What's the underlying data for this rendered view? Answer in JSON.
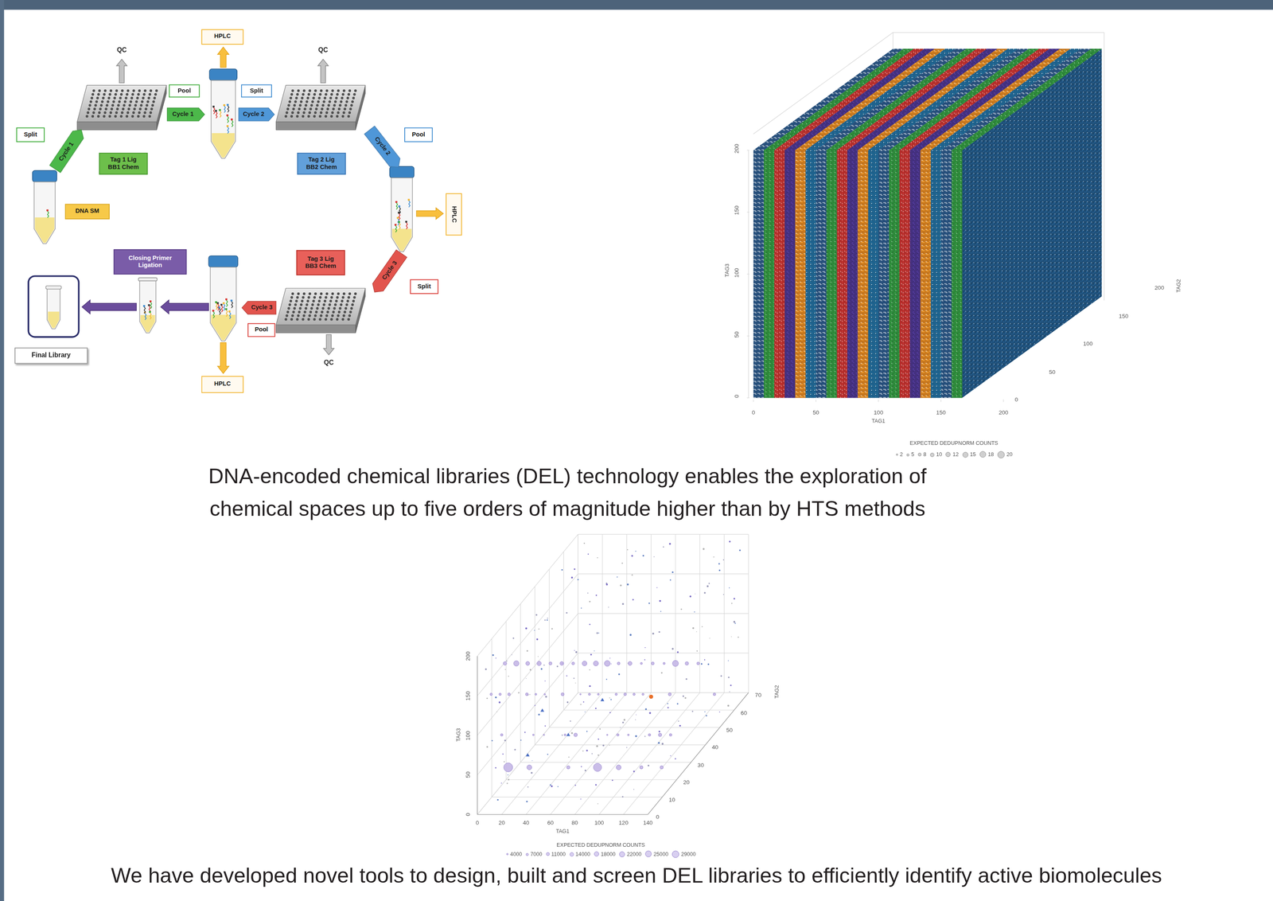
{
  "diagram": {
    "caption": "DNA-encoded chemical libraries (DEL) technology enables the exploration of chemical spaces up to five orders of magnitude higher than by HTS methods",
    "nodes": [
      {
        "text": [
          "HPLC"
        ]
      },
      {
        "text": [
          "Pool"
        ]
      },
      {
        "text": [
          "Split"
        ]
      },
      {
        "text": [
          "Cycle 1"
        ]
      },
      {
        "text": [
          "Cycle 2"
        ]
      },
      {
        "text": [
          "Split"
        ]
      },
      {
        "text": [
          "Pool"
        ]
      },
      {
        "text": [
          "Tag 1 Lig BB1 Chem"
        ]
      },
      {
        "text": [
          "Tag 2 Lig BB2 Chem"
        ]
      },
      {
        "text": [
          "Cycle 1"
        ]
      },
      {
        "text": [
          "Cycle 2"
        ]
      },
      {
        "text": [
          "DNA SM"
        ]
      },
      {
        "text": [
          "HPLC"
        ]
      },
      {
        "text": [
          "Closing Primer Ligation"
        ]
      },
      {
        "text": [
          "Tag 3 Lig BB3 Chem"
        ]
      },
      {
        "text": [
          "Cycle 3"
        ]
      },
      {
        "text": [
          "Split"
        ]
      },
      {
        "text": [
          "Cycle 3"
        ]
      },
      {
        "text": [
          "Pool"
        ]
      },
      {
        "text": [
          "Final Library"
        ]
      },
      {
        "text": [
          "HPLC"
        ]
      }
    ],
    "labels": [
      "QC",
      "QC",
      "QC",
      "0",
      "50",
      "100",
      "150",
      "200",
      "TAG3",
      "0",
      "50",
      "100",
      "150",
      "200",
      "TAG1",
      "0",
      "50",
      "100",
      "150",
      "200",
      "TAG2",
      "EXPECTED DEDUPNORM COUNTS",
      "0",
      "50",
      "100",
      "150",
      "200",
      "TAG3",
      "0",
      "20",
      "40",
      "60",
      "80",
      "100",
      "120",
      "140",
      "TAG1",
      "0",
      "10",
      "20",
      "30",
      "40",
      "50",
      "60",
      "70",
      "TAG2",
      "EXPECTED DEDUPNORM COUNTS",
      "We have developed novel tools to design, built and screen DEL libraries to efficiently identify active biomolecules"
    ],
    "legend": [
      {
        "text": "2"
      },
      {
        "text": "5"
      },
      {
        "text": "8"
      },
      {
        "text": "10"
      },
      {
        "text": "12"
      },
      {
        "text": "15"
      },
      {
        "text": "18"
      },
      {
        "text": "20"
      },
      {
        "text": "4000"
      },
      {
        "text": "7000"
      },
      {
        "text": "11000"
      },
      {
        "text": "14000"
      },
      {
        "text": "18000"
      },
      {
        "text": "22000"
      },
      {
        "text": "25000"
      },
      {
        "text": "29000"
      }
    ]
  }
}
